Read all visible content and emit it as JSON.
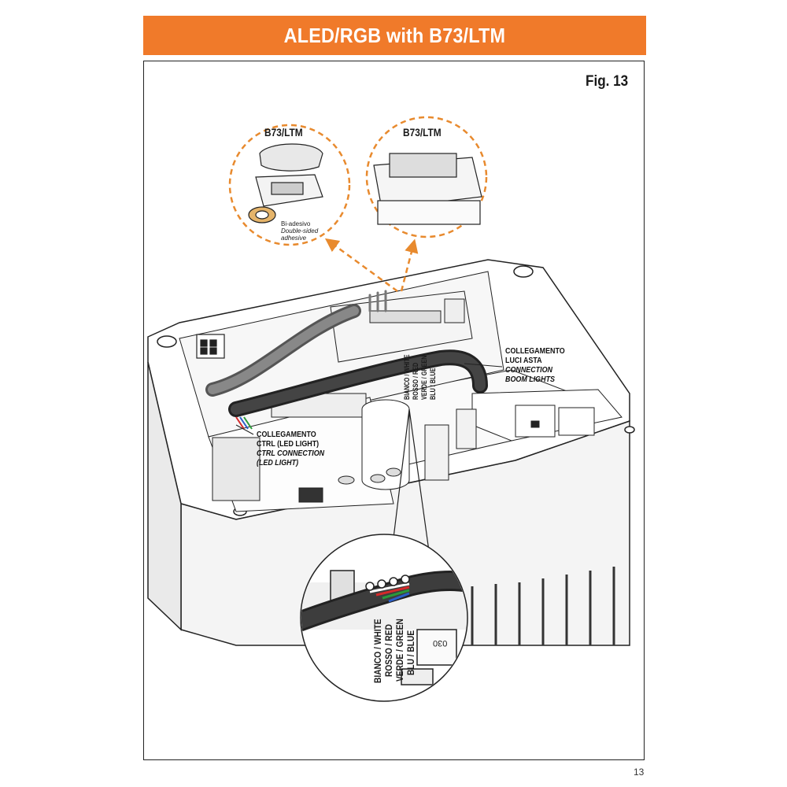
{
  "page": {
    "title": "ALED/RGB with B73/LTM",
    "figure_label": "Fig. 13",
    "page_number": "13"
  },
  "callouts": {
    "left_title": "B73/LTM",
    "right_title": "B73/LTM",
    "adhesive_it": "Bi-adesivo",
    "adhesive_en_1": "Double-sided",
    "adhesive_en_2": "adhesive"
  },
  "labels": {
    "boom": {
      "line1": "COLLEGAMENTO",
      "line2": "LUCI ASTA",
      "line3": "CONNECTION",
      "line4": "BOOM LIGHTS"
    },
    "ctrl": {
      "line1": "COLLEGAMENTO",
      "line2": "CTRL (LED LIGHT)",
      "line3": "CTRL CONNECTION",
      "line4": "(LED LIGHT)"
    }
  },
  "wire_colors": {
    "white": "BIANCO / WHITE",
    "red": "ROSSO / RED",
    "green": "VERDE / GREEN",
    "blue": "BLU / BLUE"
  },
  "board_marking": "030",
  "colors": {
    "banner": "#f07a2a",
    "callout_dash": "#e88a2e",
    "wire_white": "#ffffff",
    "wire_red": "#d42a2a",
    "wire_green": "#2a9a3a",
    "wire_blue": "#2a5fc8"
  }
}
